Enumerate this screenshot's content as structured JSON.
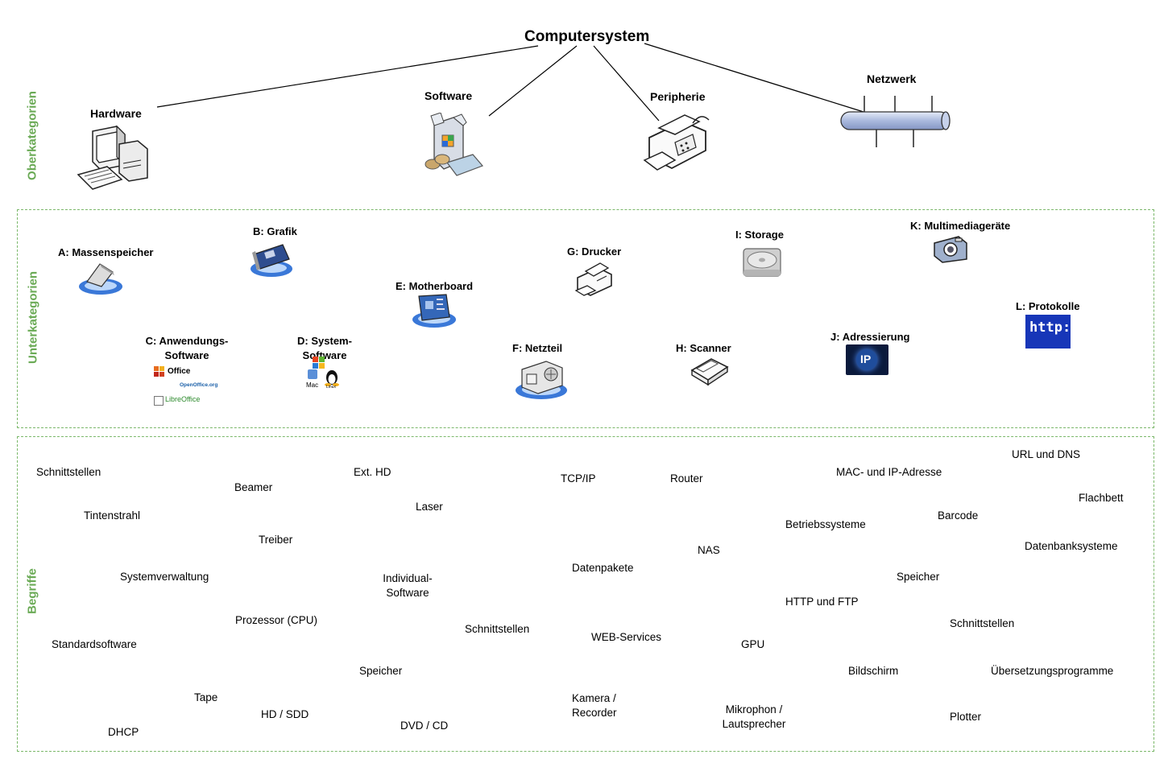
{
  "root": "Computersystem",
  "section_labels": {
    "top": "Oberkategorien",
    "middle": "Unterkategorien",
    "bottom": "Begriffe"
  },
  "top_categories": {
    "hardware": "Hardware",
    "software": "Software",
    "peripherie": "Peripherie",
    "netzwerk": "Netzwerk"
  },
  "subcategories": {
    "a": "A: Massenspeicher",
    "b": "B: Grafik",
    "c": "C: Anwendungs-\nSoftware",
    "d": "D: System-\nSoftware",
    "e": "E: Motherboard",
    "f": "F: Netzteil",
    "g": "G: Drucker",
    "h": "H: Scanner",
    "i": "I: Storage",
    "j": "J: Adressierung",
    "k": "K: Multimediageräte",
    "l": "L: Protokolle"
  },
  "logos": {
    "office": "Office",
    "openoffice": "OpenOffice.org",
    "libreoffice": "LibreOffice",
    "mac": "Mac",
    "linux": "Linux",
    "ip": "IP",
    "http": "http://"
  },
  "terms": [
    "Schnittstellen",
    "Beamer",
    "Ext. HD",
    "TCP/IP",
    "Router",
    "MAC- und IP-Adresse",
    "URL und DNS",
    "Flachbett",
    "Tintenstrahl",
    "Laser",
    "Barcode",
    "Betriebssysteme",
    "Treiber",
    "NAS",
    "Datenbanksysteme",
    "Systemverwaltung",
    "Individual-\nSoftware",
    "Datenpakete",
    "Speicher",
    "HTTP und FTP",
    "Prozessor (CPU)",
    "Schnittstellen",
    "WEB-Services",
    "Schnittstellen",
    "Standardsoftware",
    "GPU",
    "Speicher",
    "Bildschirm",
    "Übersetzungsprogramme",
    "Tape",
    "Kamera /\nRecorder",
    "Mikrophon /\nLautsprecher",
    "HD / SDD",
    "Plotter",
    "DVD / CD",
    "DHCP"
  ],
  "colors": {
    "section_label": "#6aaa55",
    "dashed_border": "#7bb86a",
    "network_bus": "#aab9dd",
    "disc_blue": "#3a78d8"
  }
}
